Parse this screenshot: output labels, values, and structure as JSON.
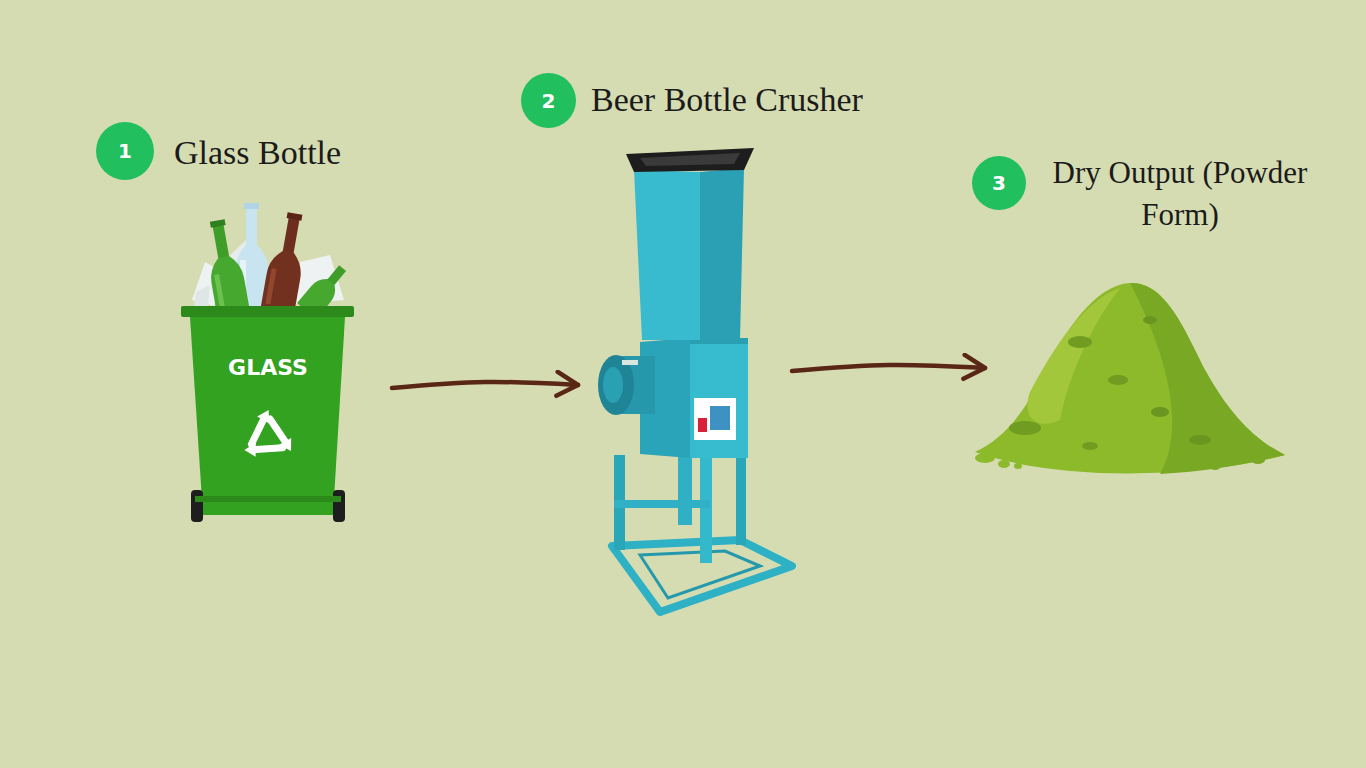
{
  "diagram": {
    "nodes": [
      {
        "text": [
          "1",
          "Glass Bottle",
          "GLASS"
        ]
      },
      {
        "text": [
          "2",
          "Beer Bottle Crusher"
        ]
      },
      {
        "text": [
          "3",
          "Dry Output (Powder Form)"
        ]
      }
    ],
    "edges": [
      {
        "from": 0,
        "to": 1,
        "arrow": "to"
      },
      {
        "from": 1,
        "to": 2,
        "arrow": "to"
      }
    ]
  }
}
